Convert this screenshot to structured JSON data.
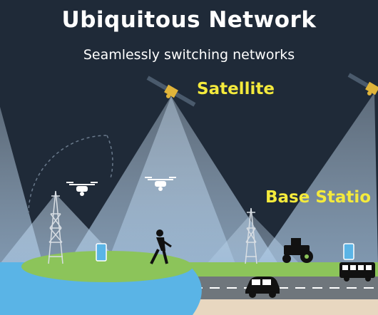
{
  "title": "Ubiquitous Network",
  "subtitle": "Seamlessly switching networks",
  "labels": {
    "satellite": "Satellite",
    "base_station": "Base Statio"
  },
  "colors": {
    "sky": "#1f2a38",
    "beam": "#cfe3f5",
    "label_yellow": "#f4ea3c",
    "water": "#5ab4e6",
    "grass": "#8cc45a",
    "road": "#6f767c"
  },
  "icons": [
    "satellite-icon",
    "drone-icon",
    "cell-tower-icon",
    "smartphone-icon",
    "person-icon",
    "tractor-icon",
    "car-icon",
    "bus-icon"
  ]
}
